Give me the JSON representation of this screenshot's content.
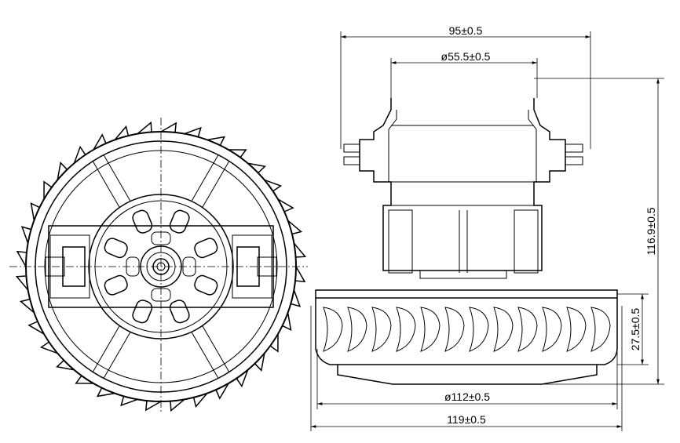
{
  "dimensions": {
    "top_width": "95±0.5",
    "inner_width": "ø55.5±0.5",
    "height_total": "116.9±0.5",
    "fan_height": "27.5±0.5",
    "fan_diameter": "ø112±0.5",
    "overall_width": "119±0.5"
  }
}
